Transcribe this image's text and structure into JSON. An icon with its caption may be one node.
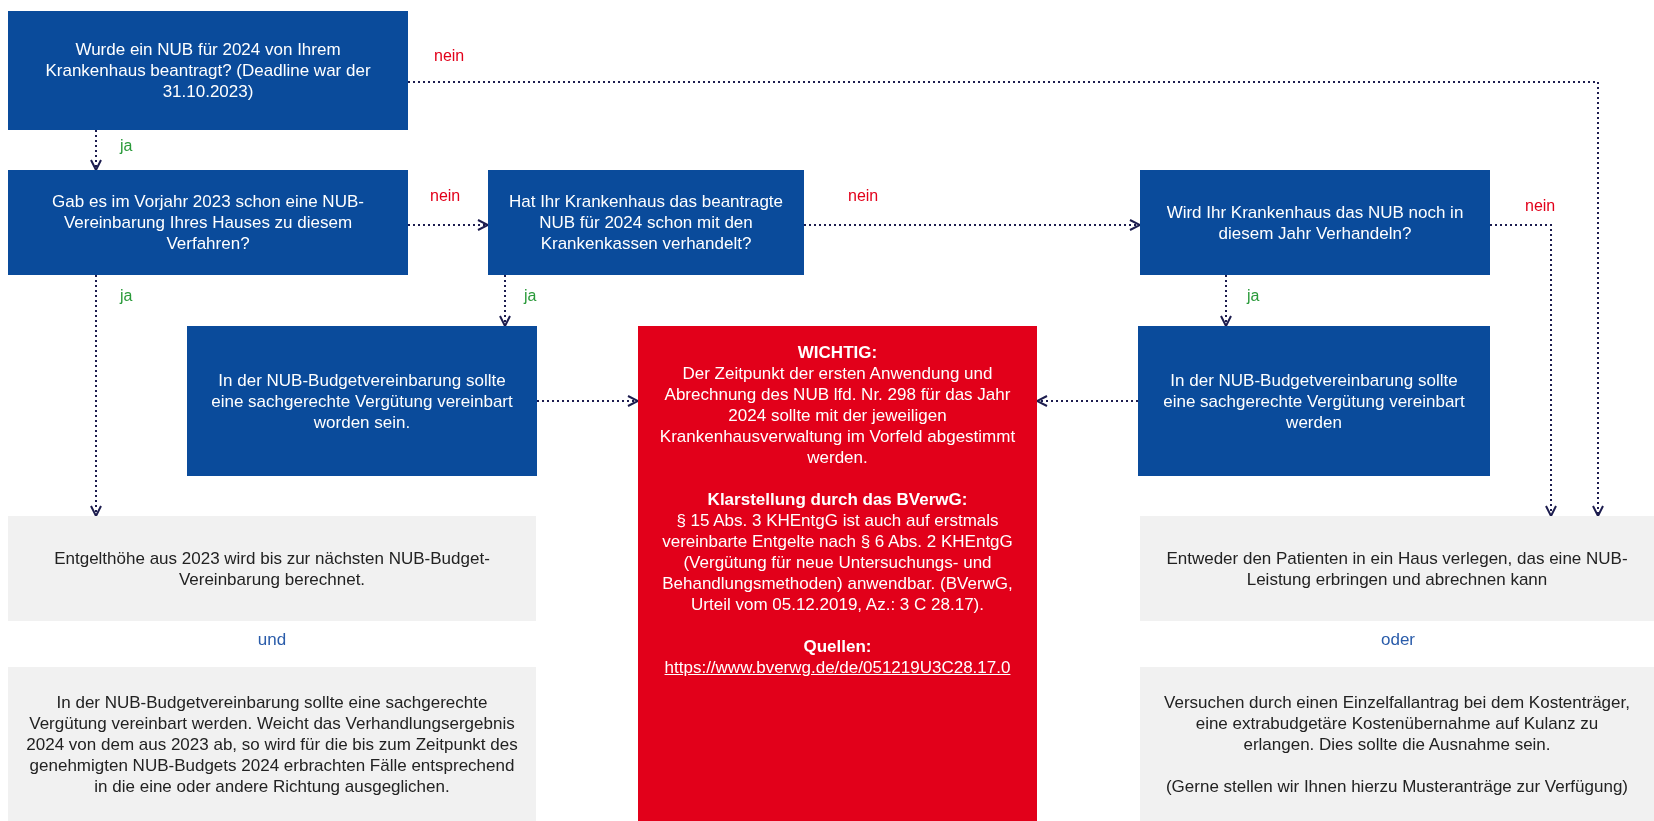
{
  "diagram": {
    "nodes": [
      {
        "text": [
          "Wurde ein NUB für 2024 von Ihrem Krankenhaus beantragt? (Deadline war der 31.10.2023)"
        ]
      },
      {
        "text": [
          "Gab es im Vorjahr 2023 schon eine NUB-Vereinbarung Ihres Hauses zu diesem Verfahren?"
        ]
      },
      {
        "text": [
          "Hat Ihr Krankenhaus das beantragte NUB für 2024 schon mit den Krankenkassen verhandelt?"
        ]
      },
      {
        "text": [
          "Wird Ihr Krankenhaus das NUB noch in diesem Jahr Verhandeln?"
        ]
      },
      {
        "text": [
          "In der NUB-Budgetvereinbarung sollte eine sachgerechte Vergütung vereinbart worden sein."
        ]
      },
      {
        "text": [
          "WICHTIG:",
          "Der Zeitpunkt der ersten Anwendung und Abrechnung des NUB lfd. Nr. 298 für das Jahr 2024 sollte mit der jeweiligen Krankenhausverwaltung im Vorfeld abgestimmt werden.",
          "Klarstellung durch das BVerwG:",
          "§ 15 Abs. 3 KHEntgG ist auch auf erstmals vereinbarte Entgelte nach § 6 Abs. 2 KHEntgG (Vergütung für neue Untersuchungs- und Behandlungsmethoden) anwendbar. (BVerwG, Urteil vom 05.12.2019, Az.: 3 C 28.17).",
          "Quellen:",
          "https://www.bverwg.de/de/051219U3C28.17.0"
        ]
      },
      {
        "text": [
          "In der NUB-Budgetvereinbarung sollte eine sachgerechte Vergütung vereinbart werden"
        ]
      },
      {
        "text": [
          "Entgelthöhe aus 2023 wird bis zur nächsten NUB-Budget-Vereinbarung berechnet."
        ]
      },
      {
        "text": [
          "In der NUB-Budgetvereinbarung sollte eine sachgerechte Vergütung vereinbart werden. Weicht das Verhandlungsergebnis 2024 von dem aus 2023 ab, so wird für die bis zum Zeitpunkt des genehmigten NUB-Budgets 2024 erbrachten Fälle entsprechend in die eine oder andere Richtung ausgeglichen."
        ]
      },
      {
        "text": [
          "Entweder den Patienten in ein Haus verlegen, das eine NUB-Leistung erbringen und abrechnen kann"
        ]
      },
      {
        "text": [
          "Versuchen durch einen Einzelfallantrag bei dem Kostenträger, eine extrabudgetäre Kostenübernahme auf Kulanz zu erlangen. Dies sollte die Ausnahme sein.",
          "(Gerne stellen wir Ihnen hierzu Musteranträge zur Verfügung)"
        ]
      }
    ],
    "edges": [
      {
        "from": 0,
        "to": 9,
        "arrow": "to",
        "label": "nein"
      },
      {
        "from": 0,
        "to": 1,
        "arrow": "to",
        "label": "ja"
      },
      {
        "from": 1,
        "to": 2,
        "arrow": "to",
        "label": "nein"
      },
      {
        "from": 2,
        "to": 3,
        "arrow": "to",
        "label": "nein"
      },
      {
        "from": 3,
        "to": 9,
        "arrow": "to",
        "label": "nein"
      },
      {
        "from": 1,
        "to": 7,
        "arrow": "to",
        "label": "ja"
      },
      {
        "from": 2,
        "to": 4,
        "arrow": "to",
        "label": "ja"
      },
      {
        "from": 3,
        "to": 6,
        "arrow": "to",
        "label": "ja"
      },
      {
        "from": 4,
        "to": 5,
        "arrow": "to"
      },
      {
        "from": 6,
        "to": 5,
        "arrow": "to"
      }
    ],
    "labels": [
      "und",
      "oder"
    ]
  }
}
